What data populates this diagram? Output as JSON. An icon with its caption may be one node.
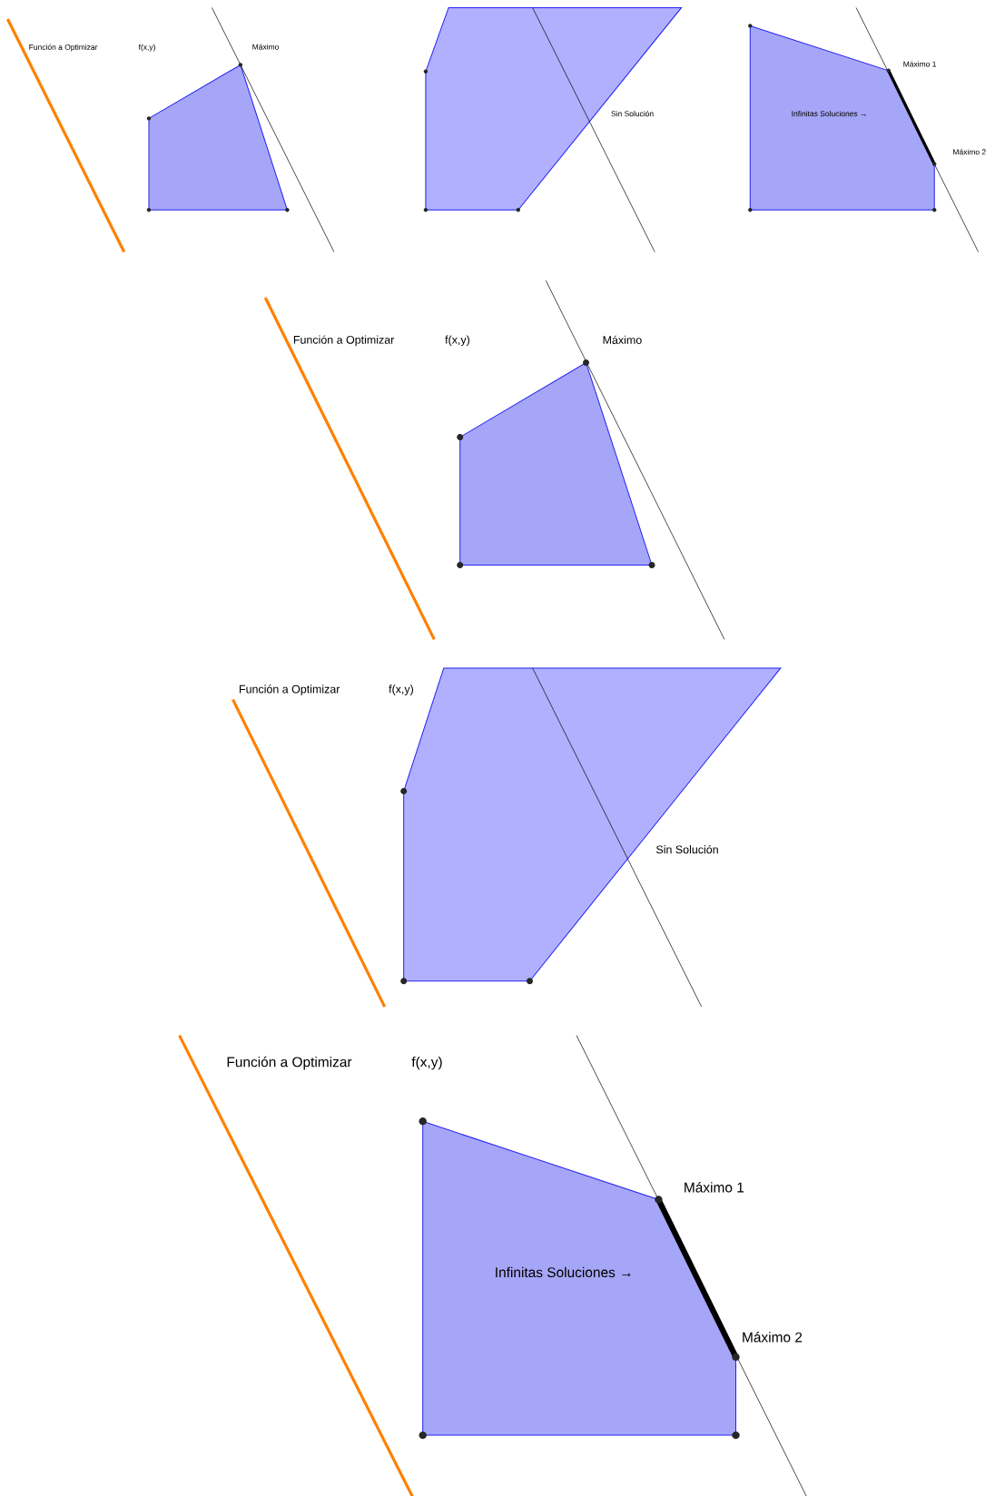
{
  "diagram": {
    "labels": [
      "Función a Optimizar",
      "f(x,y)",
      "Máximo",
      "Sin Solución",
      "Máximo 1",
      "Infinitas Soluciones →",
      "Máximo 2",
      "Función a Optimizar",
      "f(x,y)",
      "Máximo",
      "Función a Optimizar",
      "f(x,y)",
      "Sin Solución",
      "Función a Optimizar",
      "f(x,y)",
      "Máximo 1",
      "Infinitas Soluciones →",
      "Máximo 2"
    ]
  }
}
